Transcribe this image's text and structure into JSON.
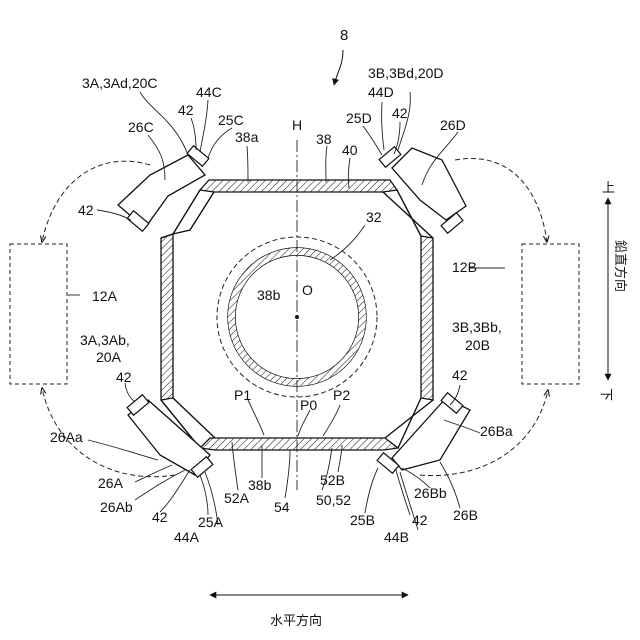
{
  "figure_number": "8",
  "labels": {
    "l_3A_3Ad_20C": "3A,3Ad,20C",
    "l_44C": "44C",
    "l_42_c": "42",
    "l_25C": "25C",
    "l_26C": "26C",
    "l_H": "H",
    "l_38a": "38a",
    "l_38_top": "38",
    "l_40": "40",
    "l_3B_3Bd_20D": "3B,3Bd,20D",
    "l_44D": "44D",
    "l_42_d": "42",
    "l_25D": "25D",
    "l_26D": "26D",
    "l_42_left": "42",
    "l_32": "32",
    "l_12A": "12A",
    "l_12B": "12B",
    "l_38b_center": "38b",
    "l_O": "O",
    "l_3A_3Ab": "3A,3Ab,",
    "l_20A": "20A",
    "l_42_a": "42",
    "l_3B_3Bb": "3B,3Bb,",
    "l_20B": "20B",
    "l_42_b": "42",
    "l_P1": "P1",
    "l_P0": "P0",
    "l_P2": "P2",
    "l_26Aa": "26Aa",
    "l_26Ba": "26Ba",
    "l_26A": "26A",
    "l_26Ab": "26Ab",
    "l_42_a2": "42",
    "l_25A": "25A",
    "l_44A": "44A",
    "l_38b_bottom": "38b",
    "l_52A": "52A",
    "l_54": "54",
    "l_52B": "52B",
    "l_50_52": "50,52",
    "l_25B": "25B",
    "l_42_b2": "42",
    "l_44B": "44B",
    "l_26Bb": "26Bb",
    "l_26B": "26B"
  },
  "axis_labels": {
    "vertical_up": "上",
    "vertical_direction": "鉛直方向",
    "vertical_down": "下",
    "horizontal_direction": "水平方向"
  }
}
